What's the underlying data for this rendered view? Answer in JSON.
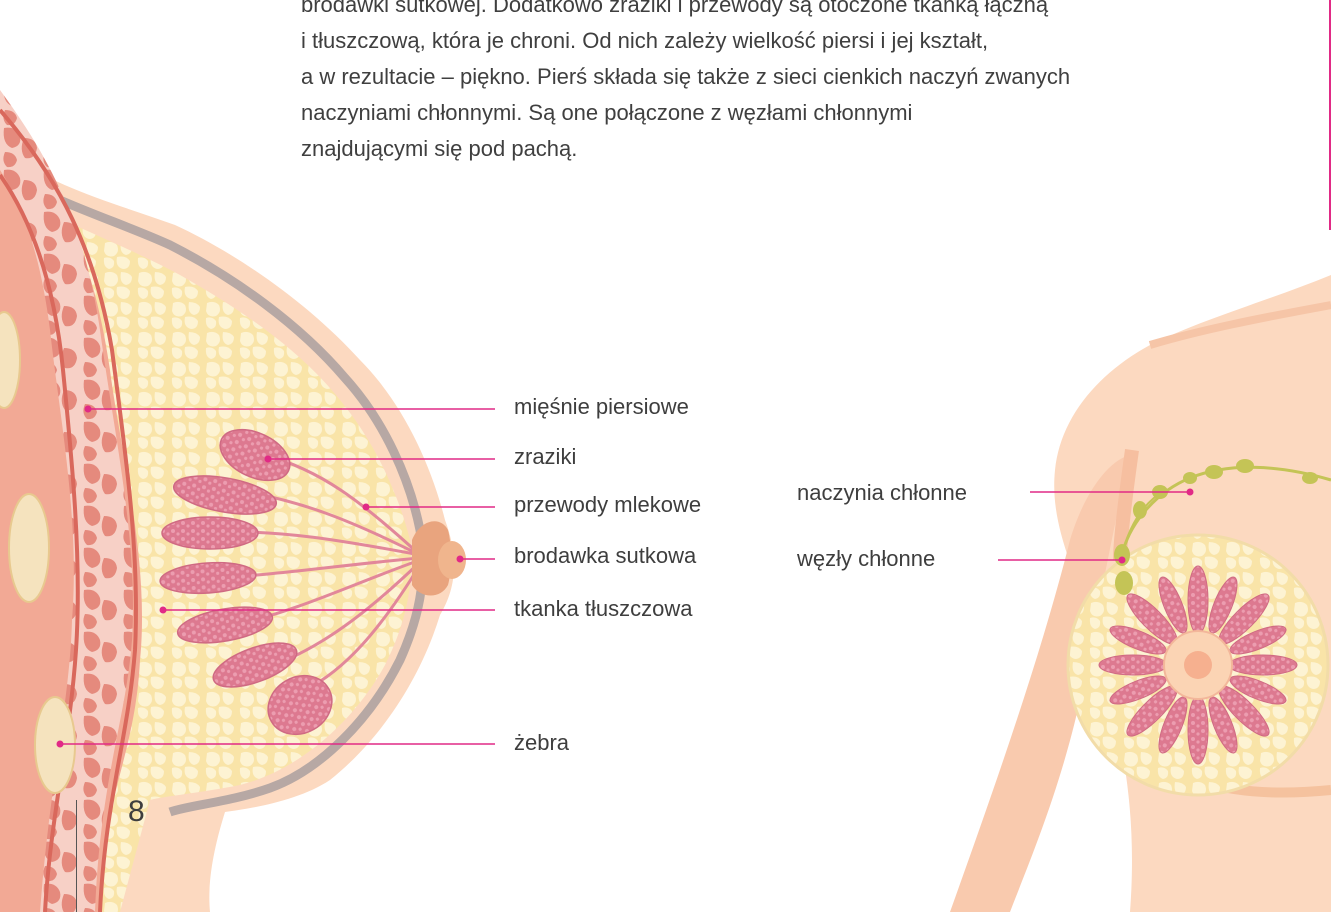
{
  "intro": {
    "lines": [
      "brodawki sutkowej. Dodatkowo zraziki i przewody są otoczone tkanką łączną",
      "i tłuszczową, która je chroni. Od nich zależy wielkość piersi i jej kształt,",
      "a w rezultacie – piękno. Pierś składa się także z sieci cienkich naczyń zwanych",
      "naczyniami chłonnymi. Są one połączone z węzłami chłonnymi",
      "znajdującymi się pod pachą."
    ]
  },
  "labels": {
    "muscles": "mięśnie piersiowe",
    "lobules": "zraziki",
    "ducts": "przewody mlekowe",
    "nipple": "brodawka sutkowa",
    "fat": "tkanka tłuszczowa",
    "ribs": "żebra",
    "lymph_vessels": "naczynia chłonne",
    "lymph_nodes": "węzły chłonne"
  },
  "page_number": "8",
  "colors": {
    "accent": "#e12a86",
    "skin": "#fcd9c0",
    "skin_dark": "#f6bfa0",
    "fat": "#f9e7b2",
    "fat_cells": "#fdf3d3",
    "lobule": "#de7c93",
    "muscle": "#e9897c",
    "ducts": "#e2879a",
    "lymph": "#c4c456"
  }
}
